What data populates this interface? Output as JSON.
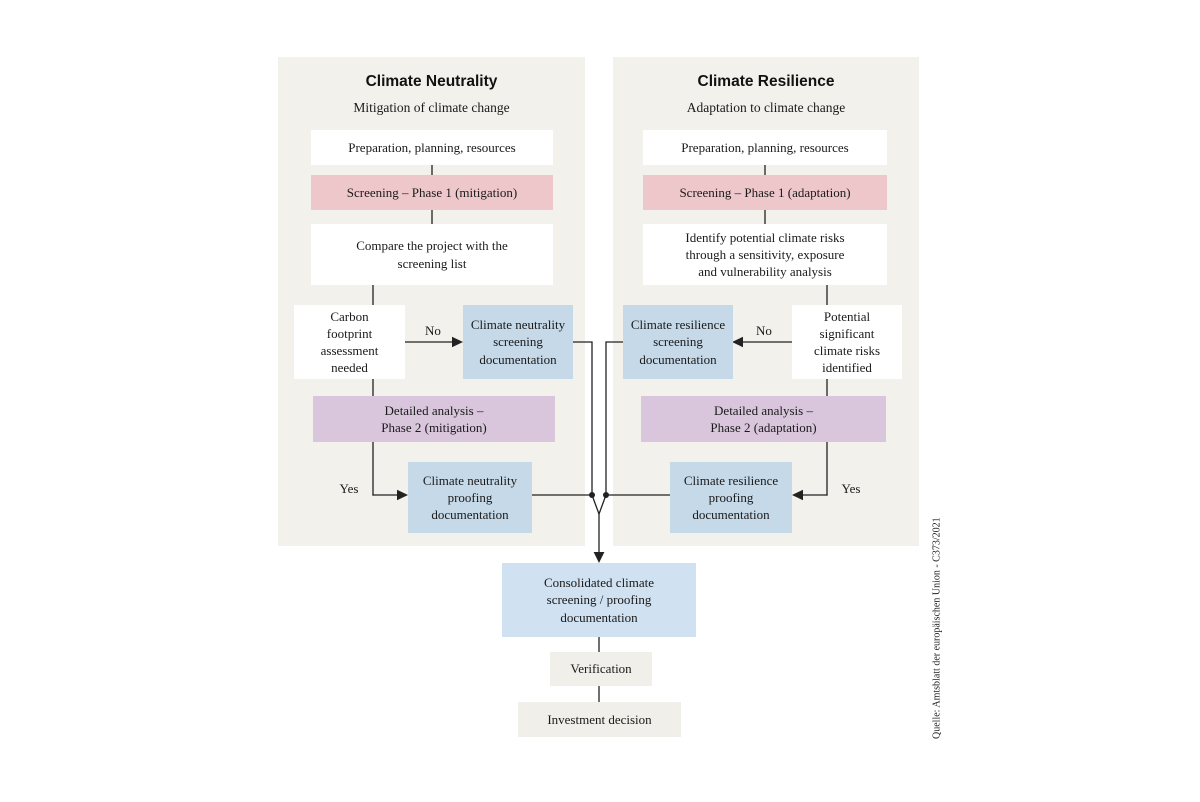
{
  "colors": {
    "panel_background": "#f2f1ec",
    "white_box": "#ffffff",
    "pink_box": "#eec7cb",
    "blue_box": "#c6d9e9",
    "purple_box": "#d9c6dc",
    "consolidated_box": "#d0e1f1",
    "gray_box": "#f0efea",
    "line": "#222222",
    "text": "#1a1a1a"
  },
  "panels": {
    "left": {
      "title": "Climate Neutrality",
      "subtitle": "Mitigation of climate change",
      "steps": {
        "preparation": "Preparation, planning, resources",
        "screening": "Screening – Phase 1 (mitigation)",
        "assessment": "Compare the project with the\nscreening list",
        "decision": "Carbon\nfootprint\nassessment\nneeded",
        "screening_documentation": "Climate neutrality\nscreening\ndocumentation",
        "detailed_analysis": "Detailed analysis –\nPhase 2 (mitigation)",
        "proofing_documentation": "Climate neutrality\nproofing\ndocumentation"
      },
      "labels": {
        "no": "No",
        "yes": "Yes"
      }
    },
    "right": {
      "title": "Climate Resilience",
      "subtitle": "Adaptation to climate change",
      "steps": {
        "preparation": "Preparation, planning, resources",
        "screening": "Screening – Phase 1 (adaptation)",
        "assessment": "Identify potential climate risks\nthrough a sensitivity, exposure\nand vulnerability analysis",
        "decision": "Potential\nsignificant\nclimate risks\nidentified",
        "screening_documentation": "Climate resilience\nscreening\ndocumentation",
        "detailed_analysis": "Detailed analysis –\nPhase 2 (adaptation)",
        "proofing_documentation": "Climate resilience\nproofing\ndocumentation"
      },
      "labels": {
        "no": "No",
        "yes": "Yes"
      }
    }
  },
  "footer": {
    "consolidated": "Consolidated climate\nscreening / proofing\ndocumentation",
    "verification": "Verification",
    "investment_decision": "Investment decision"
  },
  "source_note": "Quelle: Amtsblatt der europäischen Union - C373/2021"
}
